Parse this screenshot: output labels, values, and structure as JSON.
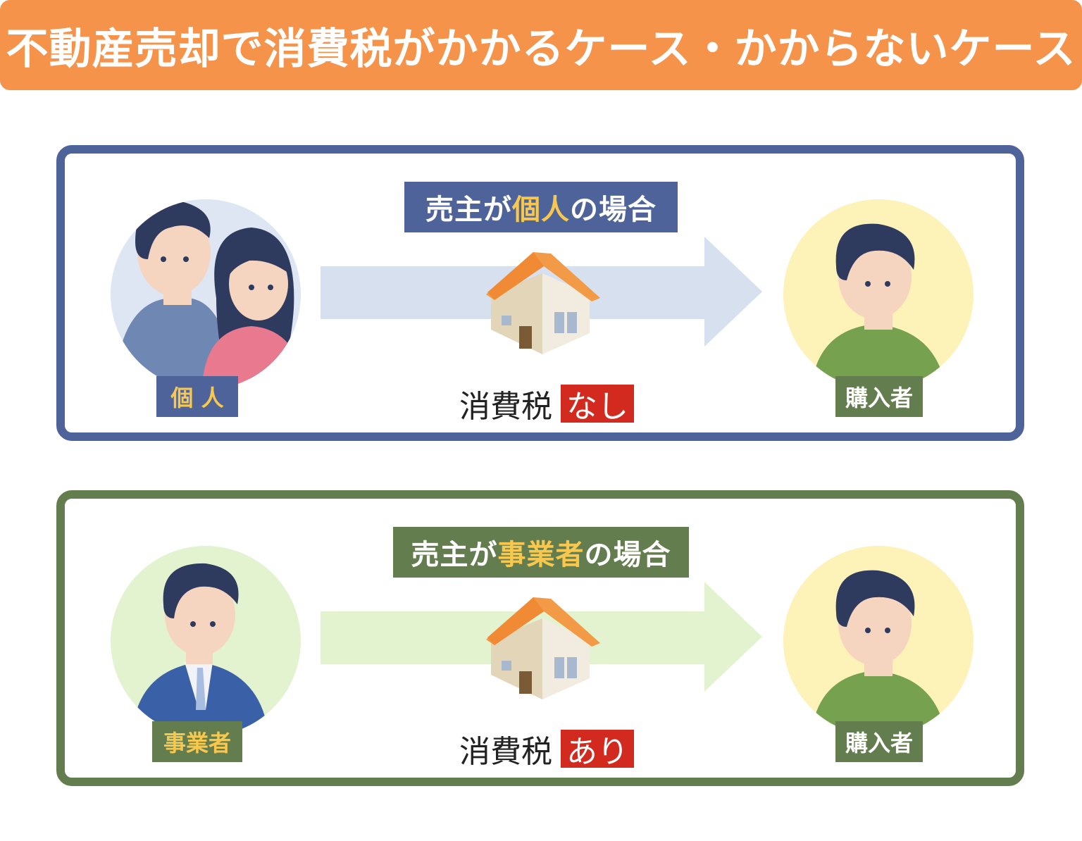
{
  "title": "不動産売却で消費税がかかるケース・かからないケース",
  "colors": {
    "orange": "#f5934a",
    "blue": "#4e6399",
    "green": "#637d4e",
    "red": "#d32a1f",
    "gold": "#f7c84d"
  },
  "cases": [
    {
      "heading_pre": "売主が",
      "heading_em": "個人",
      "heading_post": "の場合",
      "seller_label": "個 人",
      "buyer_label": "購入者",
      "tax_label": "消費税",
      "tax_value": "なし"
    },
    {
      "heading_pre": "売主が",
      "heading_em": "事業者",
      "heading_post": "の場合",
      "seller_label": "事業者",
      "buyer_label": "購入者",
      "tax_label": "消費税",
      "tax_value": "あり"
    }
  ]
}
